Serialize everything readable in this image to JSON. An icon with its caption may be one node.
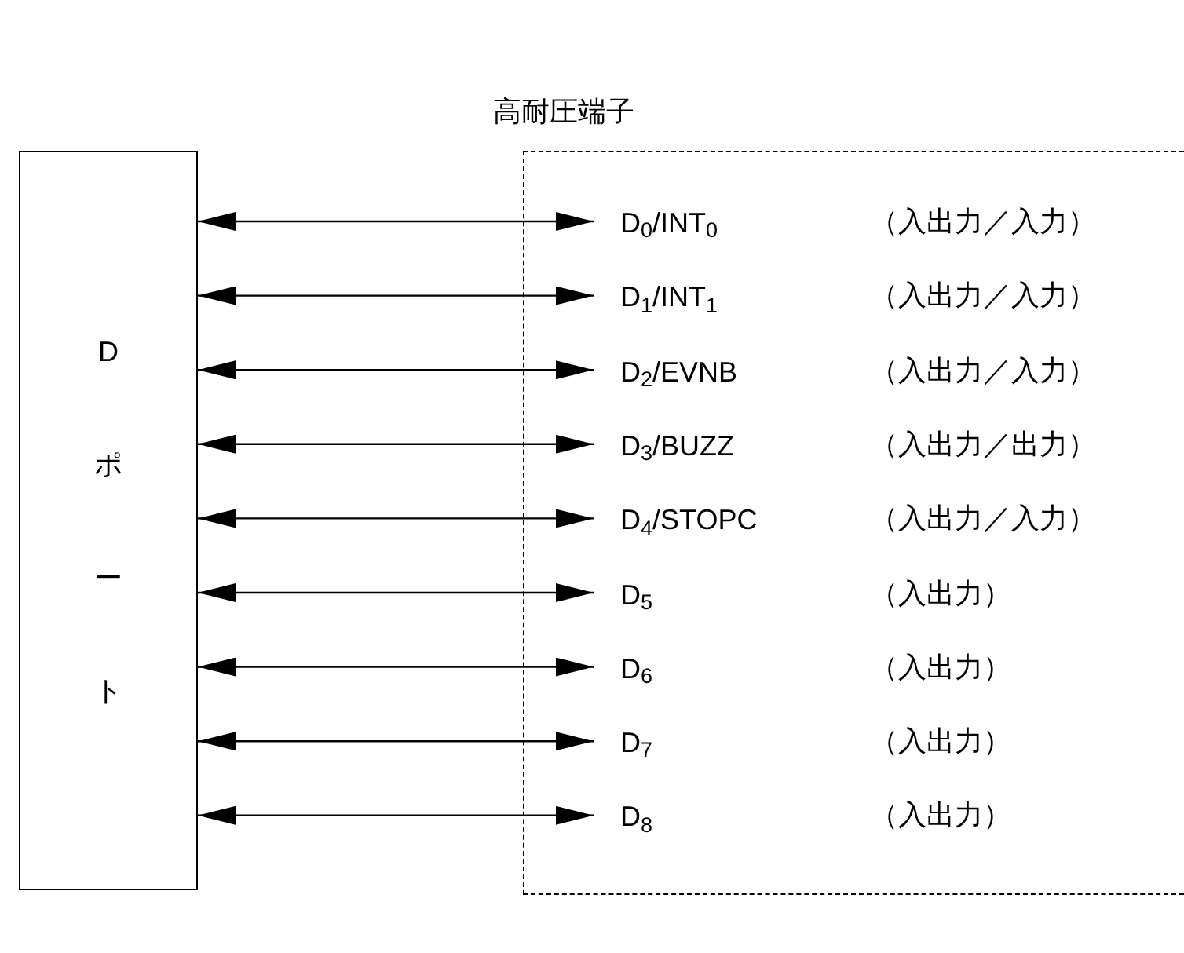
{
  "diagram": {
    "nodes": [
      {
        "text": [
          "Dポート"
        ]
      },
      {
        "text": [
          "高耐圧端子"
        ]
      },
      {
        "text": [
          "D$_{0}$/INT$_{0}$"
        ],
        "in": 1
      },
      {
        "text": [
          "D$_{1}$/INT$_{1}$"
        ],
        "in": 1
      },
      {
        "text": [
          "D$_{2}$/EVNB"
        ],
        "in": 1
      },
      {
        "text": [
          "D$_{3}$/BUZZ"
        ],
        "in": 1
      },
      {
        "text": [
          "D$_{4}$/STOPC"
        ],
        "in": 1
      },
      {
        "text": [
          "D$_{5}$"
        ],
        "in": 1
      },
      {
        "text": [
          "D$_{6}$"
        ],
        "in": 1
      },
      {
        "text": [
          "D$_{7}$"
        ],
        "in": 1
      },
      {
        "text": [
          "D$_{8}$"
        ],
        "in": 1
      }
    ],
    "edges": [
      {
        "from": 0,
        "to": 2,
        "arrow": "both"
      },
      {
        "from": 0,
        "to": 3,
        "arrow": "both"
      },
      {
        "from": 0,
        "to": 4,
        "arrow": "both"
      },
      {
        "from": 0,
        "to": 5,
        "arrow": "both"
      },
      {
        "from": 0,
        "to": 6,
        "arrow": "both"
      },
      {
        "from": 0,
        "to": 7,
        "arrow": "both"
      },
      {
        "from": 0,
        "to": 8,
        "arrow": "both"
      },
      {
        "from": 0,
        "to": 9,
        "arrow": "both"
      },
      {
        "from": 0,
        "to": 10,
        "arrow": "both"
      }
    ],
    "labels": [
      "（入出力／入力）",
      "（入出力／入力）",
      "（入出力／入力）",
      "（入出力／出力）",
      "（入出力／入力）",
      "（入出力）",
      "（入出力）",
      "（入出力）",
      "（入出力）"
    ]
  }
}
